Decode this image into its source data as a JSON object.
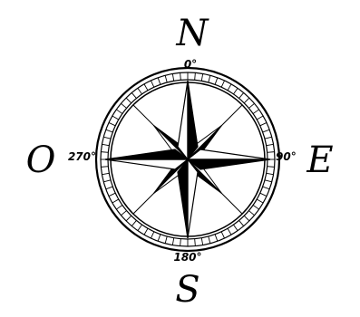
{
  "compass": {
    "cardinals": {
      "north": "N",
      "east": "E",
      "south": "S",
      "west": "O"
    },
    "degrees": {
      "north": "0°",
      "east": "90°",
      "south": "180°",
      "west": "270°"
    },
    "colors": {
      "ink": "#000000",
      "paper": "#ffffff"
    }
  }
}
